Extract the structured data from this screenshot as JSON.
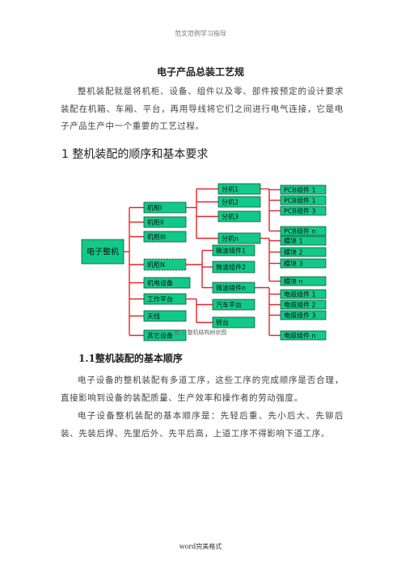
{
  "header": "范文范例学习指导",
  "title": "电子产品总装工艺规",
  "intro": "整机装配就是将机柜、设备、组件以及零、部件按预定的设计要求装配在机箱、车厢、平台，再用导线将它们之间进行电气连接，它是电子产品生产中一个重要的工艺过程。",
  "section1": "1  整机装配的顺序和基本要求",
  "diagram": {
    "nodes": {
      "root": "电子整机",
      "cab1": "机柜I",
      "cab2": "机柜II",
      "cab3": "机柜III",
      "cabN": "机柜N",
      "mech": "机电设备",
      "plat": "工作平台",
      "ant": "天线",
      "other": "其它设备",
      "sub1": "分机1",
      "sub2": "分机2",
      "sub3": "分机3",
      "subN": "分机n",
      "mw1": "微波组件1",
      "mw2": "微波组件2",
      "mwN": "微波组件n",
      "car": "汽车平台",
      "turn": "转台",
      "pcb1": "PCB组件 1",
      "pcb2": "PCB组件 1",
      "pcb3": "PCB组件 3",
      "pcbN": "PCB组件 n",
      "mod1": "模块 1",
      "mod2": "模块 2",
      "mod3": "模块 3",
      "modN": "模块 n",
      "cbl1": "电缆组件 1",
      "cbl2": "电缆组件 2",
      "cbl3": "电缆组件 3",
      "cblN": "电缆组件 n"
    }
  },
  "caption": "图 1  整机结构树状图",
  "section11": "1.1整机装配的基本顺序",
  "para2": "电子设备的整机装配有多道工序，这些工序的完成顺序是否合理，直接影响到设备的装配质量、生产效率和操作者的劳动强度。",
  "para3": "电子设备整机装配的基本顺序是：先轻后重、先小后大、先铆后装、先装后焊、先里后外、先平后高，上道工序不得影响下道工序。",
  "footer": "word完美格式",
  "colors": {
    "node": "#12c98a",
    "edge": "#e8232a"
  }
}
